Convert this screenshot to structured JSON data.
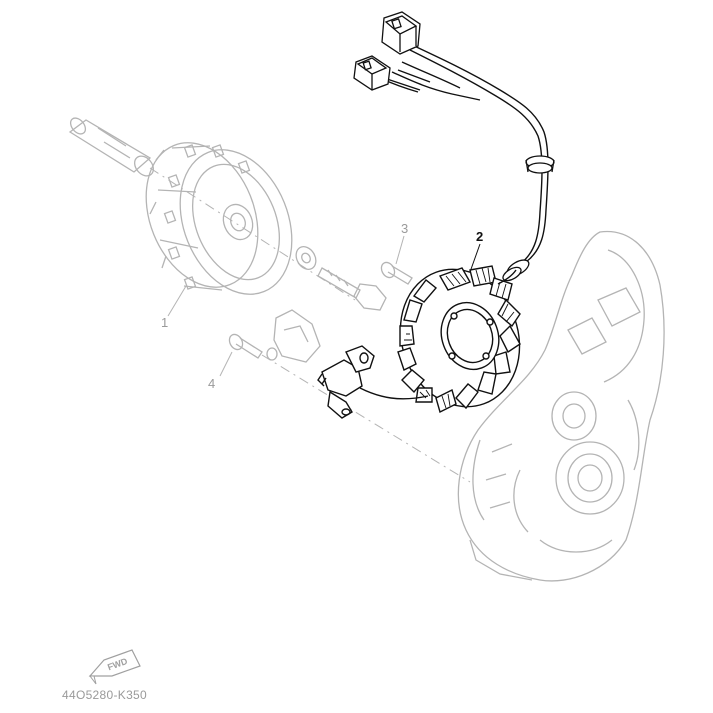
{
  "callouts": {
    "part1": "1",
    "part2": "2",
    "part3": "3",
    "part4": "4"
  },
  "fwd_badge": "FWD",
  "diagram_code": "44O5280-K350",
  "colors": {
    "highlight_ink": "#111111",
    "faded_ink": "#b0b0b0",
    "label_faded": "#9a9a9a"
  }
}
